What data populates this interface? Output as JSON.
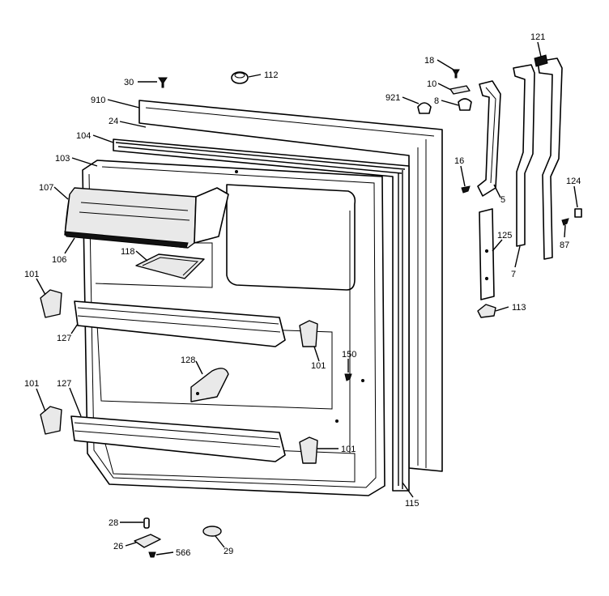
{
  "callouts": [
    {
      "id": "c30",
      "text": "30"
    },
    {
      "id": "c112",
      "text": "112"
    },
    {
      "id": "c910",
      "text": "910"
    },
    {
      "id": "c24",
      "text": "24"
    },
    {
      "id": "c104",
      "text": "104"
    },
    {
      "id": "c103",
      "text": "103"
    },
    {
      "id": "c107",
      "text": "107"
    },
    {
      "id": "c106",
      "text": "106"
    },
    {
      "id": "c118",
      "text": "118"
    },
    {
      "id": "c101a",
      "text": "101"
    },
    {
      "id": "c127a",
      "text": "127"
    },
    {
      "id": "c128",
      "text": "128"
    },
    {
      "id": "c101b",
      "text": "101"
    },
    {
      "id": "c127b",
      "text": "127"
    },
    {
      "id": "c101c",
      "text": "101"
    },
    {
      "id": "c101d",
      "text": "101"
    },
    {
      "id": "c150",
      "text": "150"
    },
    {
      "id": "c115",
      "text": "115"
    },
    {
      "id": "c28",
      "text": "28"
    },
    {
      "id": "c26",
      "text": "26"
    },
    {
      "id": "c566",
      "text": "566"
    },
    {
      "id": "c29",
      "text": "29"
    },
    {
      "id": "c18",
      "text": "18"
    },
    {
      "id": "c10",
      "text": "10"
    },
    {
      "id": "c921",
      "text": "921"
    },
    {
      "id": "c8",
      "text": "8"
    },
    {
      "id": "c16",
      "text": "16"
    },
    {
      "id": "c5",
      "text": "5"
    },
    {
      "id": "c121",
      "text": "121"
    },
    {
      "id": "c124",
      "text": "124"
    },
    {
      "id": "c125",
      "text": "125"
    },
    {
      "id": "c87",
      "text": "87"
    },
    {
      "id": "c7",
      "text": "7"
    },
    {
      "id": "c113",
      "text": "113"
    }
  ]
}
